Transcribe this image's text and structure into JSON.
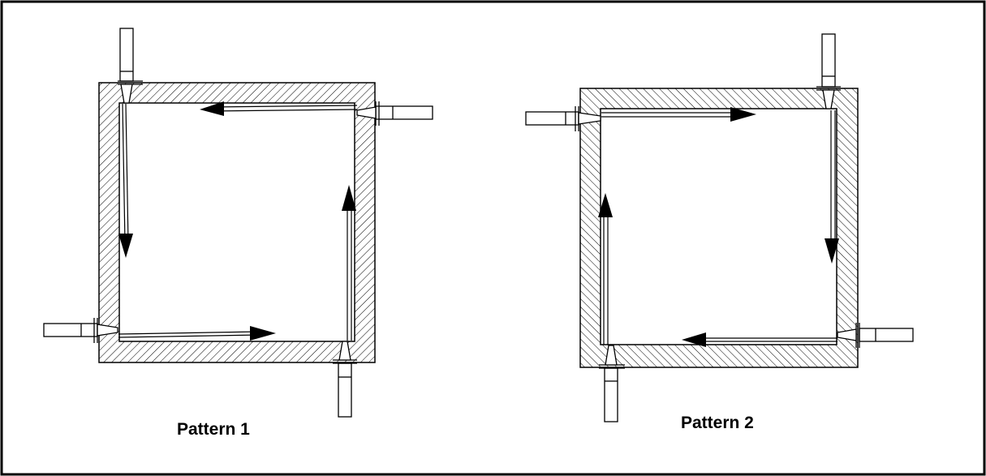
{
  "diagrams": [
    {
      "caption": "Pattern 1",
      "flow_direction": "counterclockwise",
      "fill_pattern": "diagonal-hatch-backslash",
      "nozzles": [
        "top-left-vertical",
        "top-right-horizontal",
        "bottom-left-horizontal",
        "bottom-right-vertical"
      ]
    },
    {
      "caption": "Pattern 2",
      "flow_direction": "clockwise",
      "fill_pattern": "diagonal-hatch-slash",
      "nozzles": [
        "top-right-vertical",
        "top-left-horizontal",
        "bottom-left-vertical",
        "bottom-right-horizontal"
      ]
    }
  ],
  "colors": {
    "line": "#000000",
    "background": "#ffffff"
  }
}
